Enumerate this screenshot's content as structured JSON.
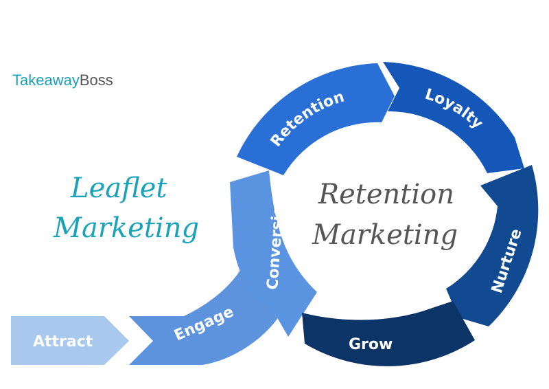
{
  "logo": {
    "part1": "Takeaway",
    "part2": "Boss"
  },
  "left_heading": {
    "line1": "Leaflet",
    "line2": "Marketing"
  },
  "center_heading": {
    "line1": "Retention",
    "line2": "Marketing"
  },
  "stages": {
    "attract": "Attract",
    "engage": "Engage",
    "conversion": "Conversion",
    "retention": "Retention",
    "loyalty": "Loyalty",
    "nurture": "Nurture",
    "grow": "Grow"
  },
  "colors": {
    "logo_teal": "#1aa3b8",
    "logo_grey": "#555555",
    "attract": "#a9c8ee",
    "engage": "#5d93dd",
    "conversion": "#5a94e0",
    "retention": "#2a6fd6",
    "loyalty": "#1457b8",
    "nurture": "#114a91",
    "grow": "#0c3466"
  }
}
